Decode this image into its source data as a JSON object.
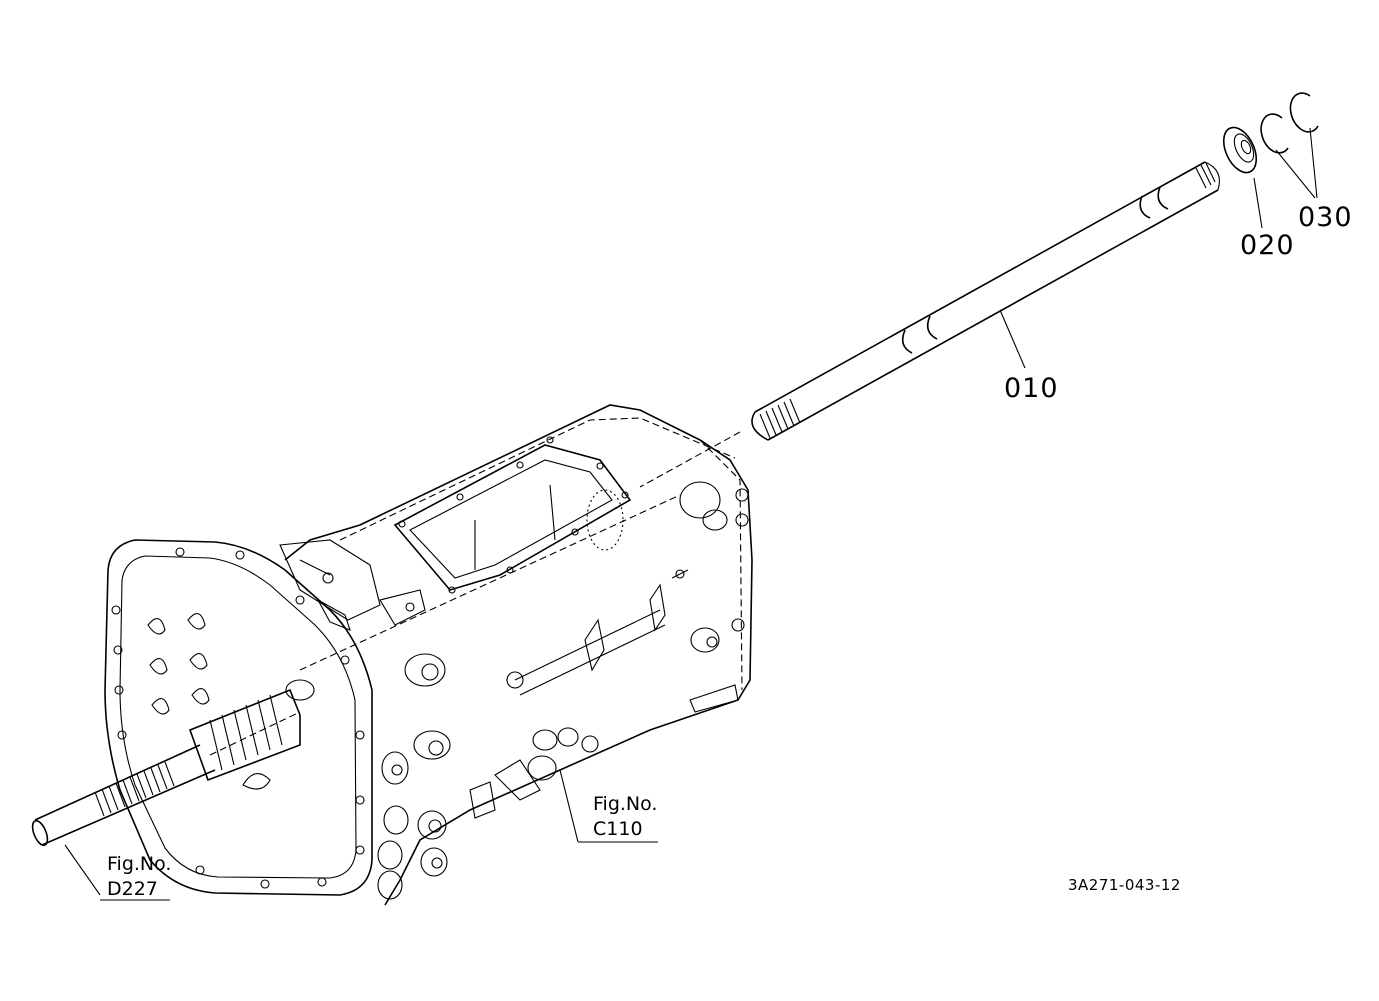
{
  "labels": {
    "part_010": "010",
    "part_020": "020",
    "part_030": "030",
    "fig_c110_title": "Fig.No.",
    "fig_c110_code": "C110",
    "fig_d227_title": "Fig.No.",
    "fig_d227_code": "D227",
    "drawing_code": "3A271-043-12"
  }
}
